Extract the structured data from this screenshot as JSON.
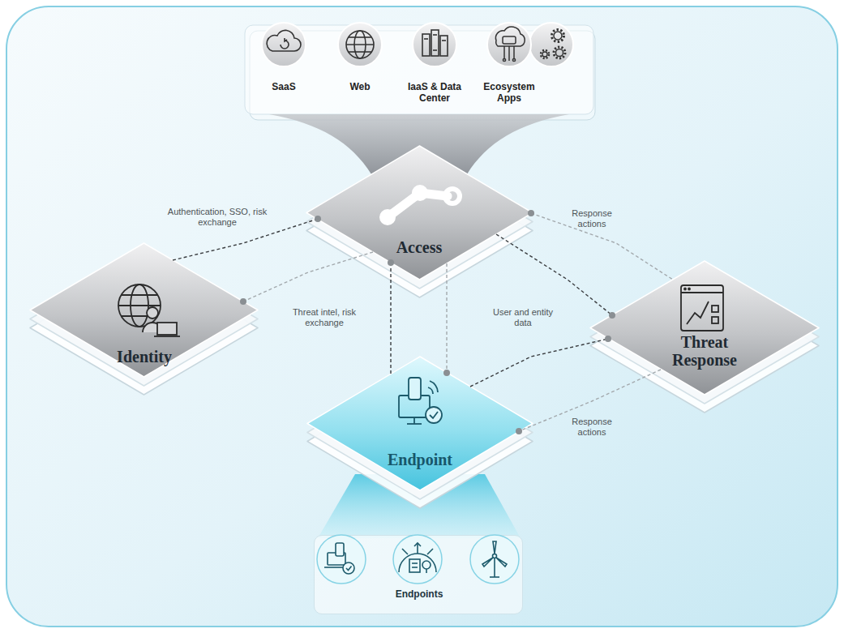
{
  "diagram": {
    "nodes": [
      {
        "text": [
          "SaaS"
        ]
      },
      {
        "text": [
          "Web"
        ]
      },
      {
        "text": [
          "IaaS & Data Center"
        ]
      },
      {
        "text": [
          "Ecosystem Apps"
        ]
      },
      {
        "text": [
          "Access"
        ]
      },
      {
        "text": [
          "Identity"
        ]
      },
      {
        "text": [
          "Threat Response"
        ]
      },
      {
        "text": [
          "Endpoint"
        ]
      },
      {
        "text": [
          "Endpoints"
        ]
      }
    ],
    "edges": [
      {
        "from": 5,
        "to": 4,
        "label": "Authentication, SSO, risk exchange",
        "arrow": "none"
      },
      {
        "from": 4,
        "to": 5,
        "label": "Threat intel, risk exchange",
        "arrow": "none"
      },
      {
        "from": 4,
        "to": 6,
        "label": "Response actions",
        "arrow": "none"
      },
      {
        "from": 4,
        "to": 6,
        "arrow": "none"
      },
      {
        "from": 4,
        "to": 7,
        "arrow": "none"
      },
      {
        "from": 4,
        "to": 7,
        "arrow": "none"
      },
      {
        "from": 7,
        "to": 6,
        "label": "User and entity data",
        "arrow": "none"
      },
      {
        "from": 6,
        "to": 7,
        "label": "Response actions",
        "arrow": "none"
      }
    ]
  }
}
